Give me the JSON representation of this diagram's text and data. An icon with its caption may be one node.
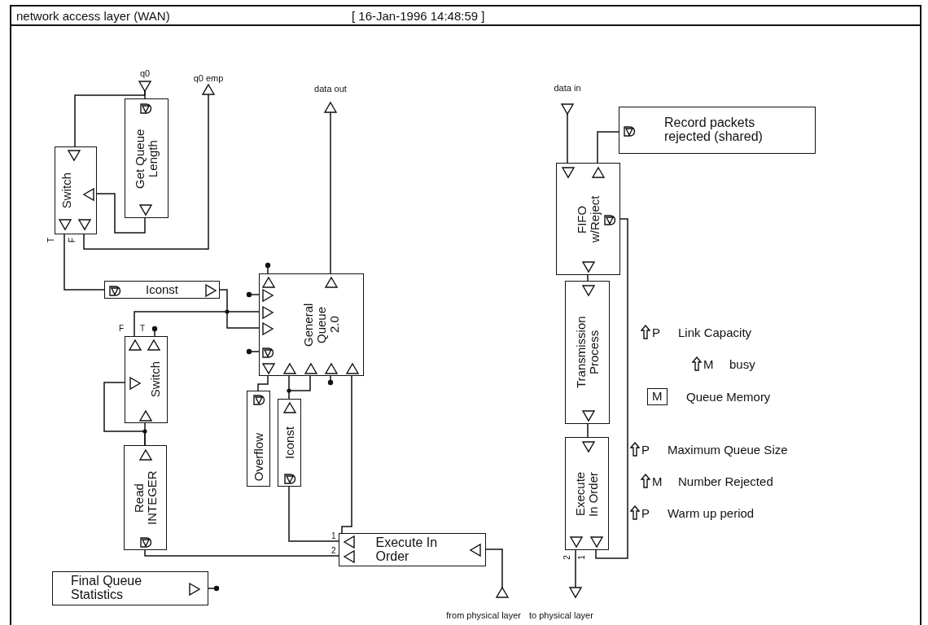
{
  "diagram": {
    "title": "network access layer (WAN)",
    "nodes": [
      {
        "text": [
          "Switch"
        ]
      },
      {
        "text": [
          "Get Queue Length"
        ]
      },
      {
        "text": [
          "q0"
        ]
      },
      {
        "text": [
          "q0 emp"
        ]
      },
      {
        "text": [
          "data out"
        ]
      },
      {
        "text": [
          "Iconst"
        ]
      },
      {
        "text": [
          "General Queue 2.0"
        ]
      },
      {
        "text": [
          "Switch"
        ]
      },
      {
        "text": [
          "Read INTEGER"
        ]
      },
      {
        "text": [
          "Overflow"
        ]
      },
      {
        "text": [
          "Iconst"
        ]
      },
      {
        "text": [
          "Execute In Order"
        ]
      },
      {
        "text": [
          "Final Queue Statistics"
        ]
      },
      {
        "text": [
          "from physical layer"
        ]
      },
      {
        "text": [
          "data in"
        ]
      },
      {
        "text": [
          "Record packets rejected (shared)"
        ]
      },
      {
        "text": [
          "FIFO w/Reject"
        ]
      },
      {
        "text": [
          "Transmission Process"
        ]
      },
      {
        "text": [
          "Execute In Order"
        ]
      },
      {
        "text": [
          "to physical layer"
        ]
      },
      {
        "text": [
          "M"
        ],
        "beside": [
          "Queue Memory"
        ]
      }
    ],
    "edges": [
      {
        "from": 2,
        "to": 1,
        "arrow": "none"
      },
      {
        "from": 2,
        "to": 0,
        "arrow": "none"
      },
      {
        "from": 0,
        "to": 1,
        "arrow": "none"
      },
      {
        "from": 0,
        "to": 3,
        "arrow": "none"
      },
      {
        "from": 0,
        "to": 5,
        "arrow": "none"
      },
      {
        "from": 5,
        "to": 6,
        "arrow": "none"
      },
      {
        "from": 7,
        "to": 6,
        "arrow": "none"
      },
      {
        "from": 6,
        "to": 4,
        "arrow": "none"
      },
      {
        "from": 8,
        "to": 7,
        "arrow": "none"
      },
      {
        "from": 8,
        "to": 7,
        "arrow": "none"
      },
      {
        "from": 6,
        "to": 9,
        "arrow": "none"
      },
      {
        "from": 6,
        "to": 10,
        "arrow": "none"
      },
      {
        "from": 6,
        "to": 11,
        "arrow": "none"
      },
      {
        "from": 10,
        "to": 11,
        "arrow": "none"
      },
      {
        "from": 8,
        "to": 11,
        "arrow": "none"
      },
      {
        "from": 11,
        "to": 13,
        "arrow": "none"
      },
      {
        "from": 14,
        "to": 16,
        "arrow": "none"
      },
      {
        "from": 16,
        "to": 15,
        "arrow": "none"
      },
      {
        "from": 16,
        "to": 17,
        "arrow": "none"
      },
      {
        "from": 17,
        "to": 18,
        "arrow": "none"
      },
      {
        "from": 18,
        "to": 19,
        "arrow": "none"
      },
      {
        "from": 16,
        "to": 18,
        "arrow": "none"
      }
    ],
    "labels": [
      "[ 16-Jan-1996 14:48:59 ]",
      "T",
      "F",
      "F",
      "T",
      "P",
      "Link Capacity",
      "M",
      "busy",
      "P",
      "Maximum Queue Size",
      "M",
      "Number Rejected",
      "P",
      "Warm up period",
      "1",
      "2",
      "2",
      "1"
    ]
  }
}
